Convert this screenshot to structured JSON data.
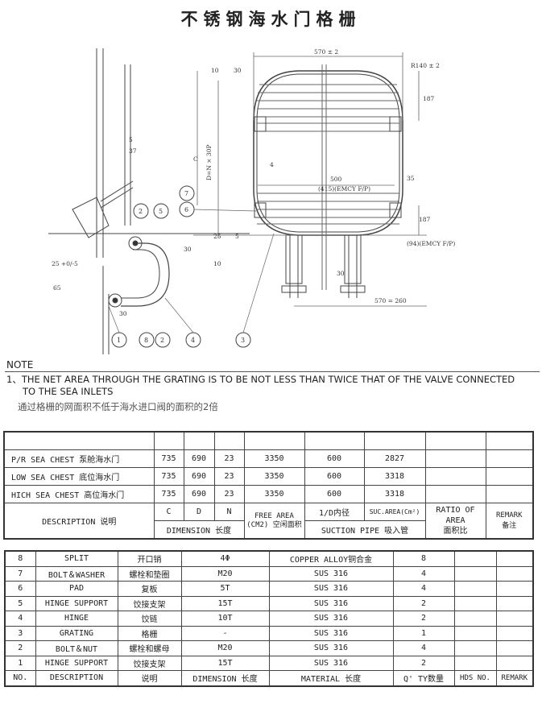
{
  "title": "不锈钢海水门格栅",
  "drawing": {
    "dims": [
      "570 ± 2",
      "R140 ± 2",
      "187",
      "30",
      "10",
      "C",
      "D=N × 30P",
      "5",
      "37",
      "500",
      "(415)(EMCY F/P)",
      "35",
      "25",
      "5",
      "10",
      "30",
      "25 +0/-5",
      "65",
      "30",
      "30",
      "187",
      "(94)(EMCY F/P)",
      "570 = 260",
      "4"
    ],
    "balloons": [
      "1",
      "8",
      "2",
      "4",
      "3",
      "2",
      "5",
      "7",
      "6"
    ]
  },
  "note": {
    "heading": "NOTE",
    "item1_line1": "1、THE NET AREA THROUGH THE GRATING IS TO BE NOT LESS THAN TWICE THAT OF THE VALVE CONNECTED",
    "item1_line2": "TO THE SEA INLETS",
    "item1_cn": "通过格栅的网面积不低于海水进口阀的面积的2倍"
  },
  "chest_table": {
    "rows": [
      {
        "desc": "P/R SEA CHEST 泵舱海水门",
        "c": "735",
        "d": "690",
        "n": "23",
        "free": "3350",
        "id": "600",
        "suc": "2827",
        "ratio": "",
        "remark": ""
      },
      {
        "desc": "LOW SEA CHEST 底位海水门",
        "c": "735",
        "d": "690",
        "n": "23",
        "free": "3350",
        "id": "600",
        "suc": "3318",
        "ratio": "",
        "remark": ""
      },
      {
        "desc": "HICH SEA CHEST 高位海水门",
        "c": "735",
        "d": "690",
        "n": "23",
        "free": "3350",
        "id": "600",
        "suc": "3318",
        "ratio": "",
        "remark": ""
      }
    ],
    "header": {
      "description": "DESCRIPTION 说明",
      "c": "C",
      "d": "D",
      "n": "N",
      "free_area": "FREE AREA (CM2)",
      "free_area_cn": "空闲面积",
      "id": "1/D内径",
      "suc_area": "SUC.AREA(Cm²)",
      "ratio": "RATIO OF AREA",
      "ratio_cn": "面积比",
      "remark": "REMARK",
      "remark_cn": "备注",
      "dimension": "DIMENSION 长度",
      "suction_pipe": "SUCTION PIPE 吸入管"
    }
  },
  "parts_table": {
    "rows": [
      {
        "no": "8",
        "desc": "SPLIT",
        "cn": "开口销",
        "dim": "4Φ",
        "mat": "COPPER ALLOY铜合金",
        "qty": "8"
      },
      {
        "no": "7",
        "desc": "BOLT＆WASHER",
        "cn": "螺栓和垫圈",
        "dim": "M20",
        "mat": "SUS 316",
        "qty": "4"
      },
      {
        "no": "6",
        "desc": "PAD",
        "cn": "复板",
        "dim": "5T",
        "mat": "SUS 316",
        "qty": "4"
      },
      {
        "no": "5",
        "desc": "HINGE SUPPORT",
        "cn": "饺接支架",
        "dim": "15T",
        "mat": "SUS 316",
        "qty": "2"
      },
      {
        "no": "4",
        "desc": "HINGE",
        "cn": "饺链",
        "dim": "10T",
        "mat": "SUS 316",
        "qty": "2"
      },
      {
        "no": "3",
        "desc": "GRATING",
        "cn": "格栅",
        "dim": "-",
        "mat": "SUS 316",
        "qty": "1"
      },
      {
        "no": "2",
        "desc": "BOLT＆NUT",
        "cn": "螺栓和螺母",
        "dim": "M20",
        "mat": "SUS 316",
        "qty": "4"
      },
      {
        "no": "1",
        "desc": "HINGE SUPPORT",
        "cn": "饺接支架",
        "dim": "15T",
        "mat": "SUS 316",
        "qty": "2"
      }
    ],
    "header": {
      "no": "NO.",
      "desc": "DESCRIPTION",
      "cn": "说明",
      "dim": "DIMENSION 长度",
      "mat": "MATERIAL 长度",
      "qty": "Q' TY数量",
      "hds": "HDS NO.",
      "remark": "REMARK"
    }
  }
}
